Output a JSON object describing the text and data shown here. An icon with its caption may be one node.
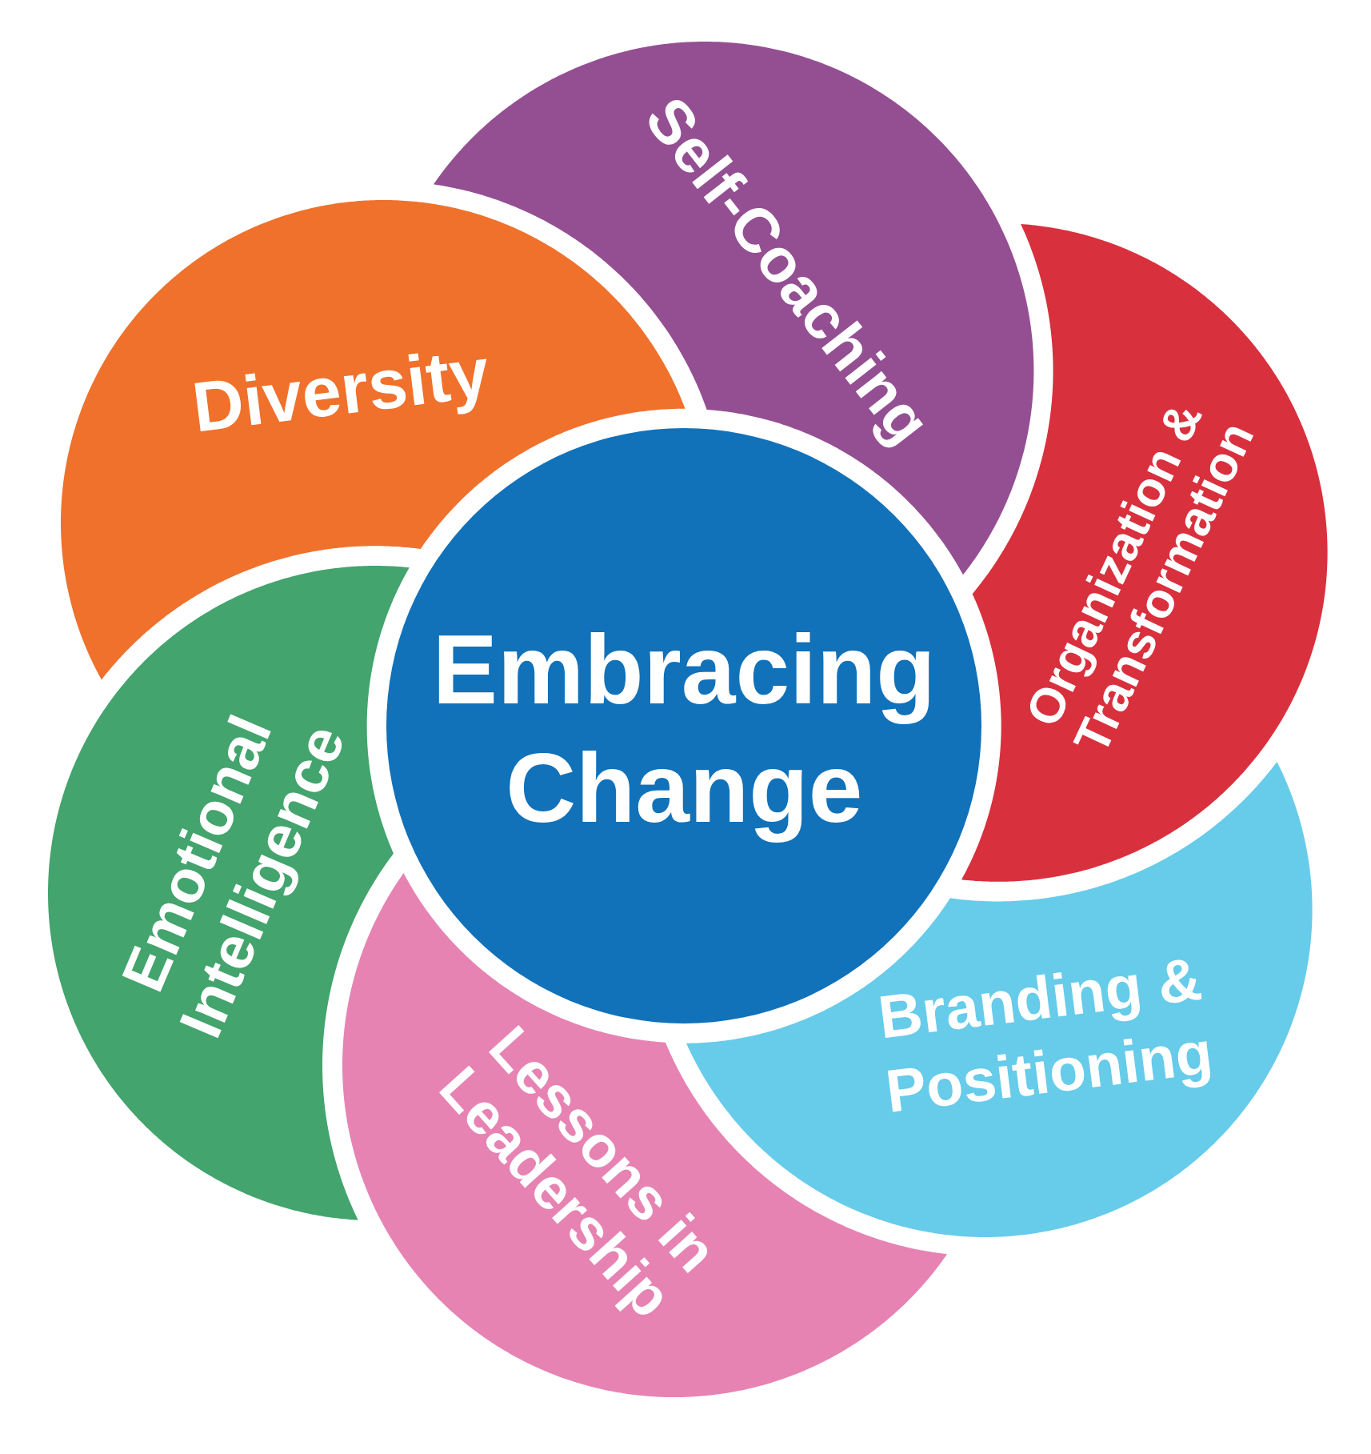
{
  "diagram": {
    "nodes": [
      {
        "text": [
          "Embracing Change"
        ]
      },
      {
        "text": [
          "Diversity"
        ]
      },
      {
        "text": [
          "Self-Coaching"
        ]
      },
      {
        "text": [
          "Organization & Transformation"
        ]
      },
      {
        "text": [
          "Branding & Positioning"
        ]
      },
      {
        "text": [
          "Lessons in Leadership"
        ]
      },
      {
        "text": [
          "Emotional Intelligence"
        ]
      }
    ]
  }
}
